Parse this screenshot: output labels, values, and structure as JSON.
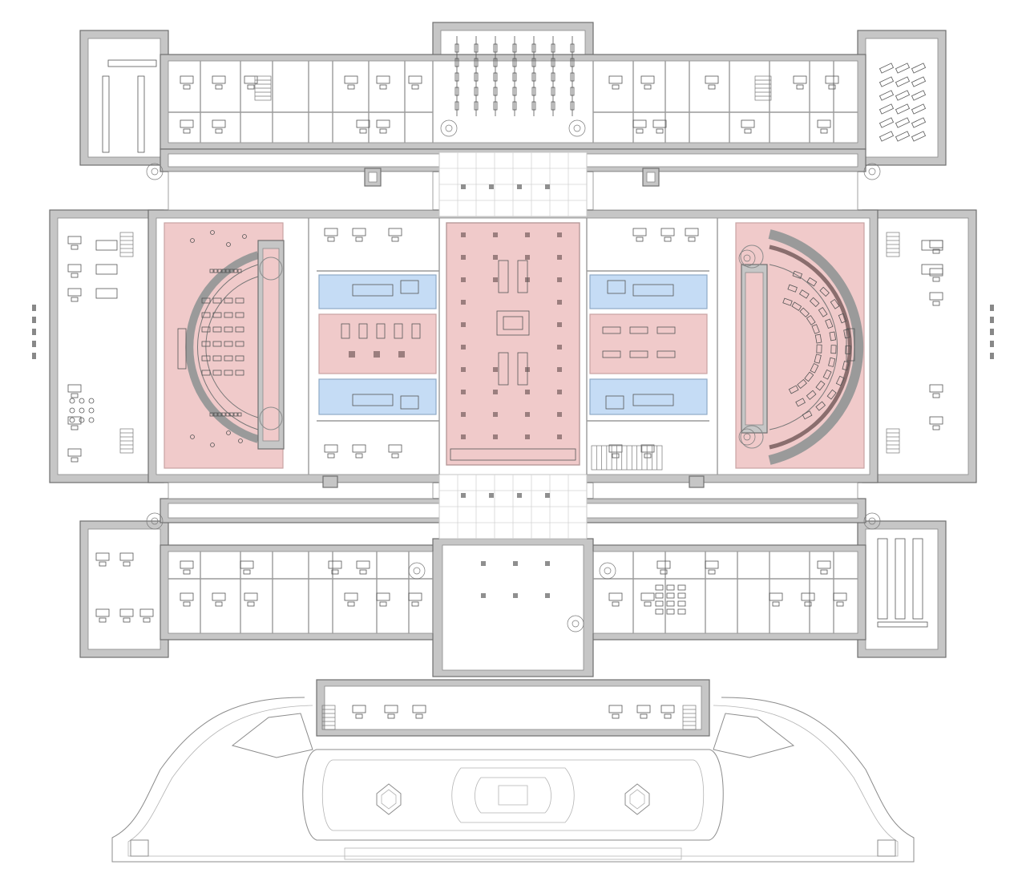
{
  "colors": {
    "wall": "#c6c6c6",
    "wall_edge": "#6f6f6f",
    "assembly_highlight": "#f0caca",
    "assembly_highlight_edge": "#c8a3a3",
    "secondary_highlight": "#c5dcf5",
    "secondary_highlight_edge": "#8fa9c6",
    "furniture": "#555555",
    "background": "#ffffff"
  },
  "icons": {
    "column": "square-column-mark",
    "stair": "stair-hatch",
    "desk": "desk-rectangle"
  }
}
